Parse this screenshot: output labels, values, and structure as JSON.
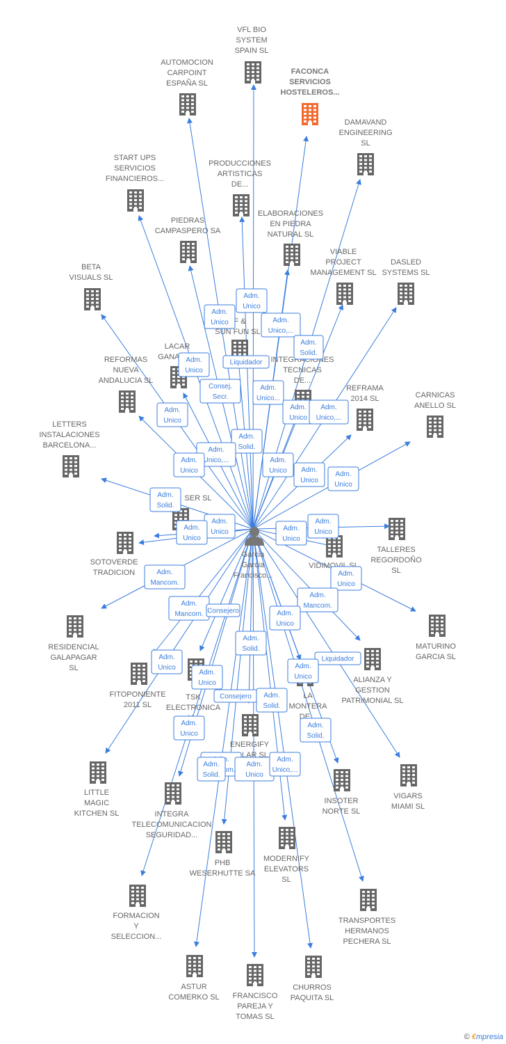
{
  "center": {
    "name_lines": [
      "Garcia",
      "Garcia",
      "Francisco..."
    ]
  },
  "colors": {
    "edge": "#3b7ddd",
    "building": "#666666",
    "focus_building": "#f26a2e",
    "text": "#666666"
  },
  "companies": [
    {
      "id": "vfl",
      "lines": [
        "VFL BIO",
        "SYSTEM",
        "SPAIN  SL"
      ],
      "focus": false
    },
    {
      "id": "automocion",
      "lines": [
        "AUTOMOCION",
        "CARPOINT",
        "ESPAÑA  SL"
      ],
      "focus": false
    },
    {
      "id": "faconca",
      "lines": [
        "FACONCA",
        "SERVICIOS",
        "HOSTELEROS..."
      ],
      "focus": true
    },
    {
      "id": "damavand",
      "lines": [
        "DAMAVAND",
        "ENGINEERING",
        "SL"
      ],
      "focus": false
    },
    {
      "id": "startups",
      "lines": [
        "START UPS",
        "SERVICIOS",
        "FINANCIEROS..."
      ],
      "focus": false
    },
    {
      "id": "producciones",
      "lines": [
        "PRODUCCIONES",
        "ARTISTICAS",
        "DE..."
      ],
      "focus": false
    },
    {
      "id": "elaboraciones",
      "lines": [
        "ELABORACIONES",
        "EN PIEDRA",
        "NATURAL SL"
      ],
      "focus": false
    },
    {
      "id": "piedras",
      "lines": [
        "PIEDRAS",
        "CAMPASPERO SA"
      ],
      "focus": false
    },
    {
      "id": "viable",
      "lines": [
        "VIABLE",
        "PROJECT",
        "MANAGEMENT SL"
      ],
      "focus": false
    },
    {
      "id": "dasled",
      "lines": [
        "DASLED",
        "SYSTEMS  SL"
      ],
      "focus": false
    },
    {
      "id": "beta",
      "lines": [
        "BETA",
        "VISUALS  SL"
      ],
      "focus": false
    },
    {
      "id": "lfsun",
      "lines": [
        "LF &",
        "SUN FUN  SL"
      ],
      "focus": false
    },
    {
      "id": "lacar",
      "lines": [
        "LACAR",
        "GANADE..."
      ],
      "focus": false
    },
    {
      "id": "reformas",
      "lines": [
        "REFORMAS",
        "NUEVA",
        "ANDALUCIA SL"
      ],
      "focus": false
    },
    {
      "id": "integraciones",
      "lines": [
        "INTEGRACIONES",
        "TECNICAS",
        "DE..."
      ],
      "focus": false
    },
    {
      "id": "reframa",
      "lines": [
        "REFRAMA",
        "2014  SL"
      ],
      "focus": false
    },
    {
      "id": "carnicas",
      "lines": [
        "CARNICAS",
        "ANELLO  SL"
      ],
      "focus": false
    },
    {
      "id": "letters",
      "lines": [
        "LETTERS",
        "INSTALACIONES",
        "BARCELONA..."
      ],
      "focus": false
    },
    {
      "id": "ser",
      "lines": [
        "SER SL"
      ],
      "focus": false
    },
    {
      "id": "sotoverde",
      "lines": [
        "SOTOVERDE",
        "TRADICION"
      ],
      "focus": false
    },
    {
      "id": "vidimovil",
      "lines": [
        "VIDIMOVIL  SL"
      ],
      "focus": false
    },
    {
      "id": "talleres",
      "lines": [
        "TALLERES",
        "REGORDOÑO",
        "SL"
      ],
      "focus": false
    },
    {
      "id": "maturino",
      "lines": [
        "MATURINO",
        "GARCIA SL"
      ],
      "focus": false
    },
    {
      "id": "residencial",
      "lines": [
        "RESIDENCIAL",
        "GALAPAGAR",
        "SL"
      ],
      "focus": false
    },
    {
      "id": "fitoponiente",
      "lines": [
        "FITOPONIENTE",
        "2011 SL"
      ],
      "focus": false
    },
    {
      "id": "tsk",
      "lines": [
        "TSK",
        "ELECTRONICA",
        "Y..."
      ],
      "focus": false
    },
    {
      "id": "lamontera",
      "lines": [
        "LA",
        "MONTERA",
        "DE..."
      ],
      "focus": false
    },
    {
      "id": "alianza",
      "lines": [
        "ALIANZA Y",
        "GESTION",
        "PATRIMONIAL SL"
      ],
      "focus": false
    },
    {
      "id": "energify",
      "lines": [
        "ENERGIFY",
        "SOLAR  SL"
      ],
      "focus": false
    },
    {
      "id": "little",
      "lines": [
        "LITTLE",
        "MAGIC",
        "KITCHEN  SL"
      ],
      "focus": false
    },
    {
      "id": "integra",
      "lines": [
        "INTEGRA",
        "TELECOMUNICACION",
        "SEGURIDAD..."
      ],
      "focus": false
    },
    {
      "id": "insoter",
      "lines": [
        "INSOTER",
        "NORTE SL"
      ],
      "focus": false
    },
    {
      "id": "vigars",
      "lines": [
        "VIGARS",
        "MIAMI SL"
      ],
      "focus": false
    },
    {
      "id": "phb",
      "lines": [
        "PHB",
        "WESERHUTTE SA"
      ],
      "focus": false
    },
    {
      "id": "modernify",
      "lines": [
        "MODERNIFY",
        "ELEVATORS",
        "SL"
      ],
      "focus": false
    },
    {
      "id": "formacion",
      "lines": [
        "FORMACION",
        "Y",
        "SELECCION..."
      ],
      "focus": false
    },
    {
      "id": "transportes",
      "lines": [
        "TRANSPORTES",
        "HERMANOS",
        "PECHERA  SL"
      ],
      "focus": false
    },
    {
      "id": "astur",
      "lines": [
        "ASTUR",
        "COMERKO  SL"
      ],
      "focus": false
    },
    {
      "id": "francisco",
      "lines": [
        "FRANCISCO",
        "PAREJA Y",
        "TOMAS  SL"
      ],
      "focus": false
    },
    {
      "id": "churros",
      "lines": [
        "CHURROS",
        "PAQUITA  SL"
      ],
      "focus": false
    }
  ],
  "badges": [
    {
      "lines": [
        "Adm.",
        "Unico"
      ]
    },
    {
      "lines": [
        "Adm.",
        "Unico"
      ]
    },
    {
      "lines": [
        "Adm.",
        "Unico,..."
      ]
    },
    {
      "lines": [
        "Adm.",
        "Solid."
      ]
    },
    {
      "lines": [
        "Liquidador"
      ]
    },
    {
      "lines": [
        "Adm.",
        "Unico"
      ]
    },
    {
      "lines": [
        "Consej.",
        "Secr."
      ]
    },
    {
      "lines": [
        "Adm.",
        "Unico..."
      ]
    },
    {
      "lines": [
        "Adm.",
        "Unico"
      ]
    },
    {
      "lines": [
        "Adm.",
        "Unico,..."
      ]
    },
    {
      "lines": [
        "Adm.",
        "Unico"
      ]
    },
    {
      "lines": [
        "Adm.",
        "Solid."
      ]
    },
    {
      "lines": [
        "Adm.",
        "Unico,..."
      ]
    },
    {
      "lines": [
        "Adm.",
        "Unico"
      ]
    },
    {
      "lines": [
        "Adm.",
        "Unico"
      ]
    },
    {
      "lines": [
        "Adm.",
        "Unico"
      ]
    },
    {
      "lines": [
        "Adm.",
        "Unico"
      ]
    },
    {
      "lines": [
        "Adm.",
        "Solid."
      ]
    },
    {
      "lines": [
        "Adm.",
        "Unico"
      ]
    },
    {
      "lines": [
        "Adm.",
        "Unico"
      ]
    },
    {
      "lines": [
        "Adm.",
        "Unico"
      ]
    },
    {
      "lines": [
        "Adm.",
        "Unico"
      ]
    },
    {
      "lines": [
        "Adm.",
        "Mancom."
      ]
    },
    {
      "lines": [
        "Adm.",
        "Unico"
      ]
    },
    {
      "lines": [
        "Adm.",
        "Mancom."
      ]
    },
    {
      "lines": [
        "Adm.",
        "Mancom."
      ]
    },
    {
      "lines": [
        "Consejero"
      ]
    },
    {
      "lines": [
        "Adm.",
        "Unico"
      ]
    },
    {
      "lines": [
        "Adm.",
        "Solid."
      ]
    },
    {
      "lines": [
        "Adm.",
        "Unico"
      ]
    },
    {
      "lines": [
        "Liquidador"
      ]
    },
    {
      "lines": [
        "Adm.",
        "Unico"
      ]
    },
    {
      "lines": [
        "Adm.",
        "Unico"
      ]
    },
    {
      "lines": [
        "Consejero"
      ]
    },
    {
      "lines": [
        "Adm.",
        "Solid."
      ]
    },
    {
      "lines": [
        "Adm.",
        "Solid."
      ]
    },
    {
      "lines": [
        "Adm.",
        "Unico"
      ]
    },
    {
      "lines": [
        "Adm.",
        "Mancom."
      ]
    },
    {
      "lines": [
        "Adm.",
        "Unico"
      ]
    },
    {
      "lines": [
        "Adm.",
        "Unico,..."
      ]
    },
    {
      "lines": [
        "Adm.",
        "Solid."
      ]
    }
  ],
  "brand": {
    "copyright": "©",
    "e": "€",
    "rest": "mpresia"
  }
}
